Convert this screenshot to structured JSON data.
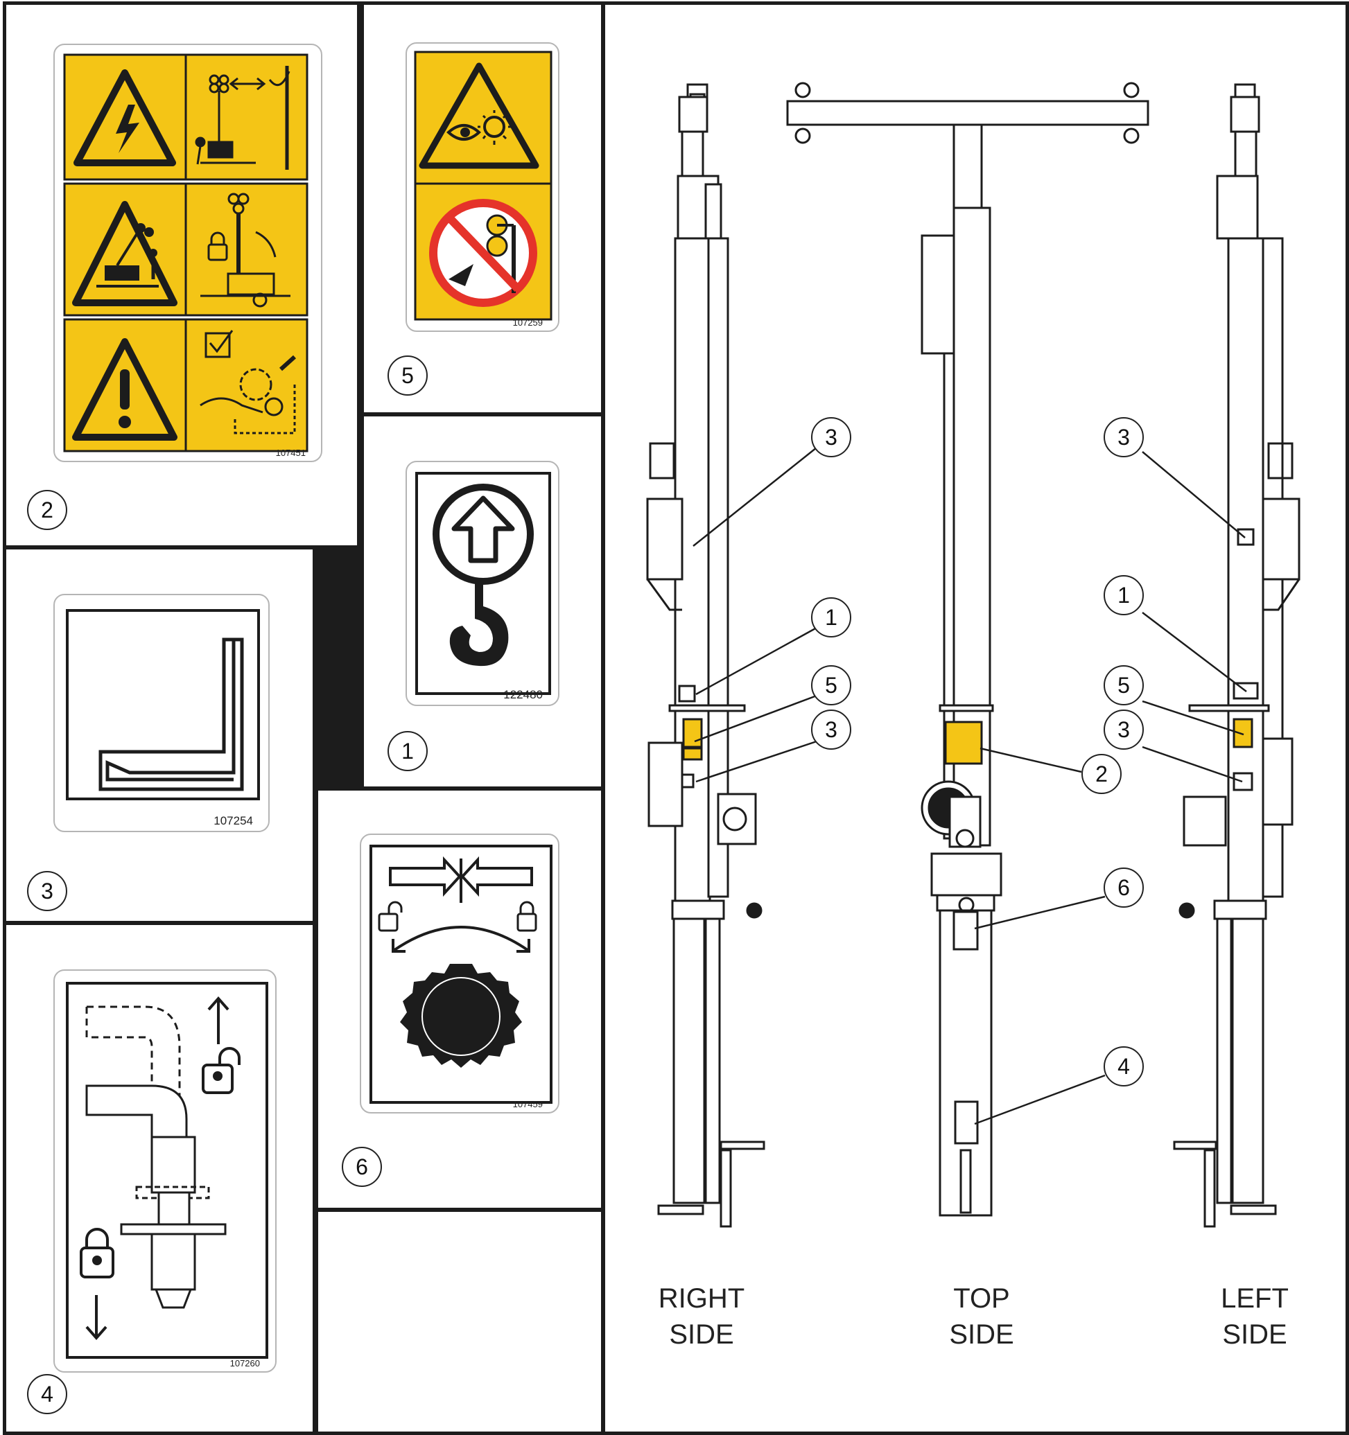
{
  "panels": {
    "p1": {
      "callout": "1",
      "part_number": "122480"
    },
    "p2": {
      "callout": "2",
      "part_number": "107451"
    },
    "p3": {
      "callout": "3",
      "part_number": "107254"
    },
    "p4": {
      "callout": "4",
      "part_number": "107260"
    },
    "p5": {
      "callout": "5",
      "part_number": "107259"
    },
    "p6": {
      "callout": "6",
      "part_number": "107459"
    }
  },
  "views": {
    "right": {
      "line1": "RIGHT",
      "line2": "SIDE"
    },
    "top": {
      "line1": "TOP",
      "line2": "SIDE"
    },
    "left": {
      "line1": "LEFT",
      "line2": "SIDE"
    }
  },
  "callouts": {
    "right": [
      "3",
      "1",
      "5",
      "3"
    ],
    "top": [
      "2",
      "6",
      "4"
    ],
    "left": [
      "3",
      "1",
      "5",
      "3"
    ]
  },
  "colors": {
    "decal_yellow": "#f4c516",
    "prohibit_red": "#e5332a",
    "outline": "#1c1c1c"
  }
}
